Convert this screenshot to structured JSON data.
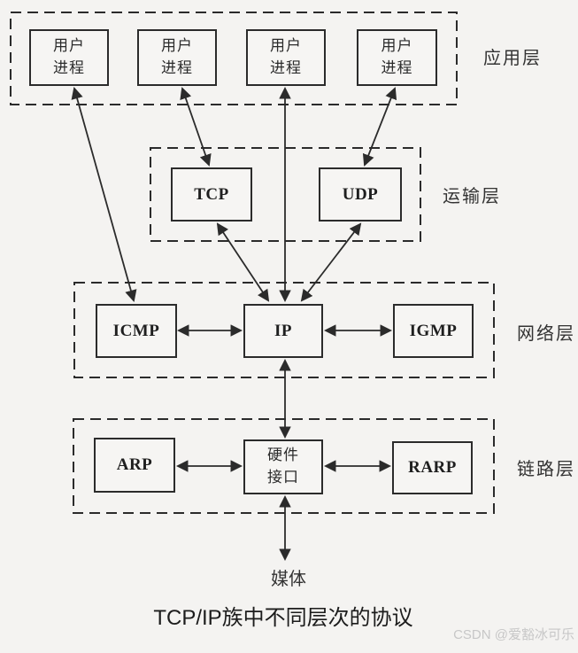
{
  "diagram": {
    "caption": "TCP/IP族中不同层次的协议",
    "watermark": "CSDN @爱豁冰可乐",
    "media_label": "媒体",
    "layers": {
      "application": {
        "label": "应用层",
        "boxes": [
          {
            "label": "用户进程"
          },
          {
            "label": "用户进程"
          },
          {
            "label": "用户进程"
          },
          {
            "label": "用户进程"
          }
        ]
      },
      "transport": {
        "label": "运输层",
        "boxes": [
          {
            "label": "TCP"
          },
          {
            "label": "UDP"
          }
        ]
      },
      "network": {
        "label": "网络层",
        "boxes": [
          {
            "label": "ICMP"
          },
          {
            "label": "IP"
          },
          {
            "label": "IGMP"
          }
        ]
      },
      "link": {
        "label": "链路层",
        "boxes": [
          {
            "label": "ARP"
          },
          {
            "label": "硬件接口"
          },
          {
            "label": "RARP"
          }
        ]
      }
    },
    "colors": {
      "ink": "#2b2b2b",
      "background": "#f4f3f1",
      "box_fill": "#f6f5f3",
      "watermark_gray": "#c7c7c7"
    }
  }
}
